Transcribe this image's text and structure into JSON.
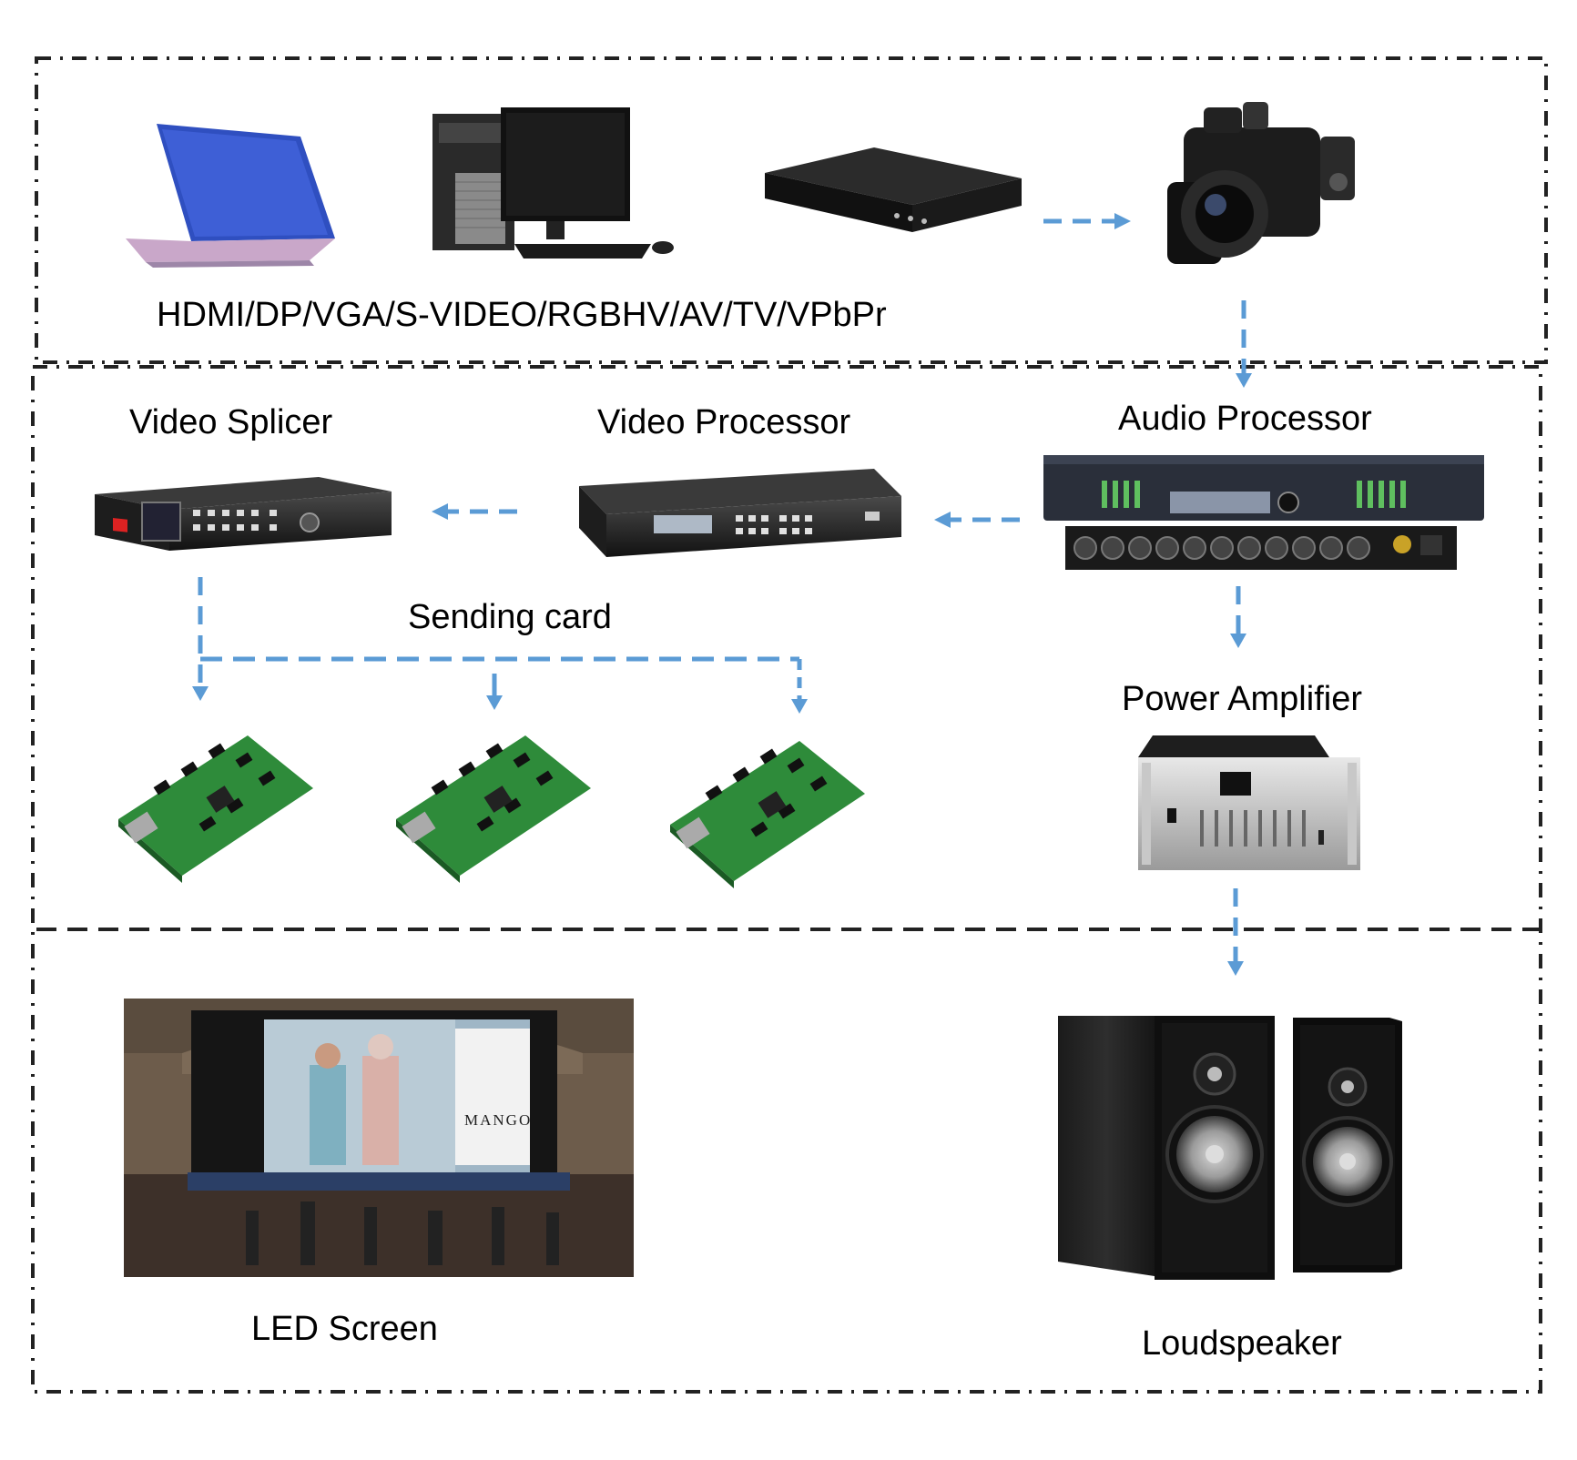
{
  "labels": {
    "sources": "HDMI/DP/VGA/S-VIDEO/RGBHV/AV/TV/VPbPr",
    "video_splicer": "Video Splicer",
    "video_processor": "Video Processor",
    "audio_processor": "Audio Processor",
    "sending_card": "Sending card",
    "power_amplifier": "Power Amplifier",
    "led_screen": "LED Screen",
    "loudspeaker": "Loudspeaker"
  },
  "led_screen_ad": {
    "brand": "MANGO"
  },
  "colors": {
    "arrow": "#5b9bd5",
    "border": "#222222",
    "laptop": "#2f4fc0",
    "board": "#2e8b3a"
  },
  "icons": {
    "laptop": "laptop-icon",
    "desktop": "desktop-computer-icon",
    "dvd": "dvd-player-icon",
    "camera": "video-camera-icon",
    "splicer": "video-splicer-icon",
    "processor": "video-processor-icon",
    "audio": "audio-processor-icon",
    "card": "receiving-card-icon",
    "amp": "power-amplifier-icon",
    "led": "led-screen-photo",
    "speaker": "loudspeaker-icon"
  }
}
